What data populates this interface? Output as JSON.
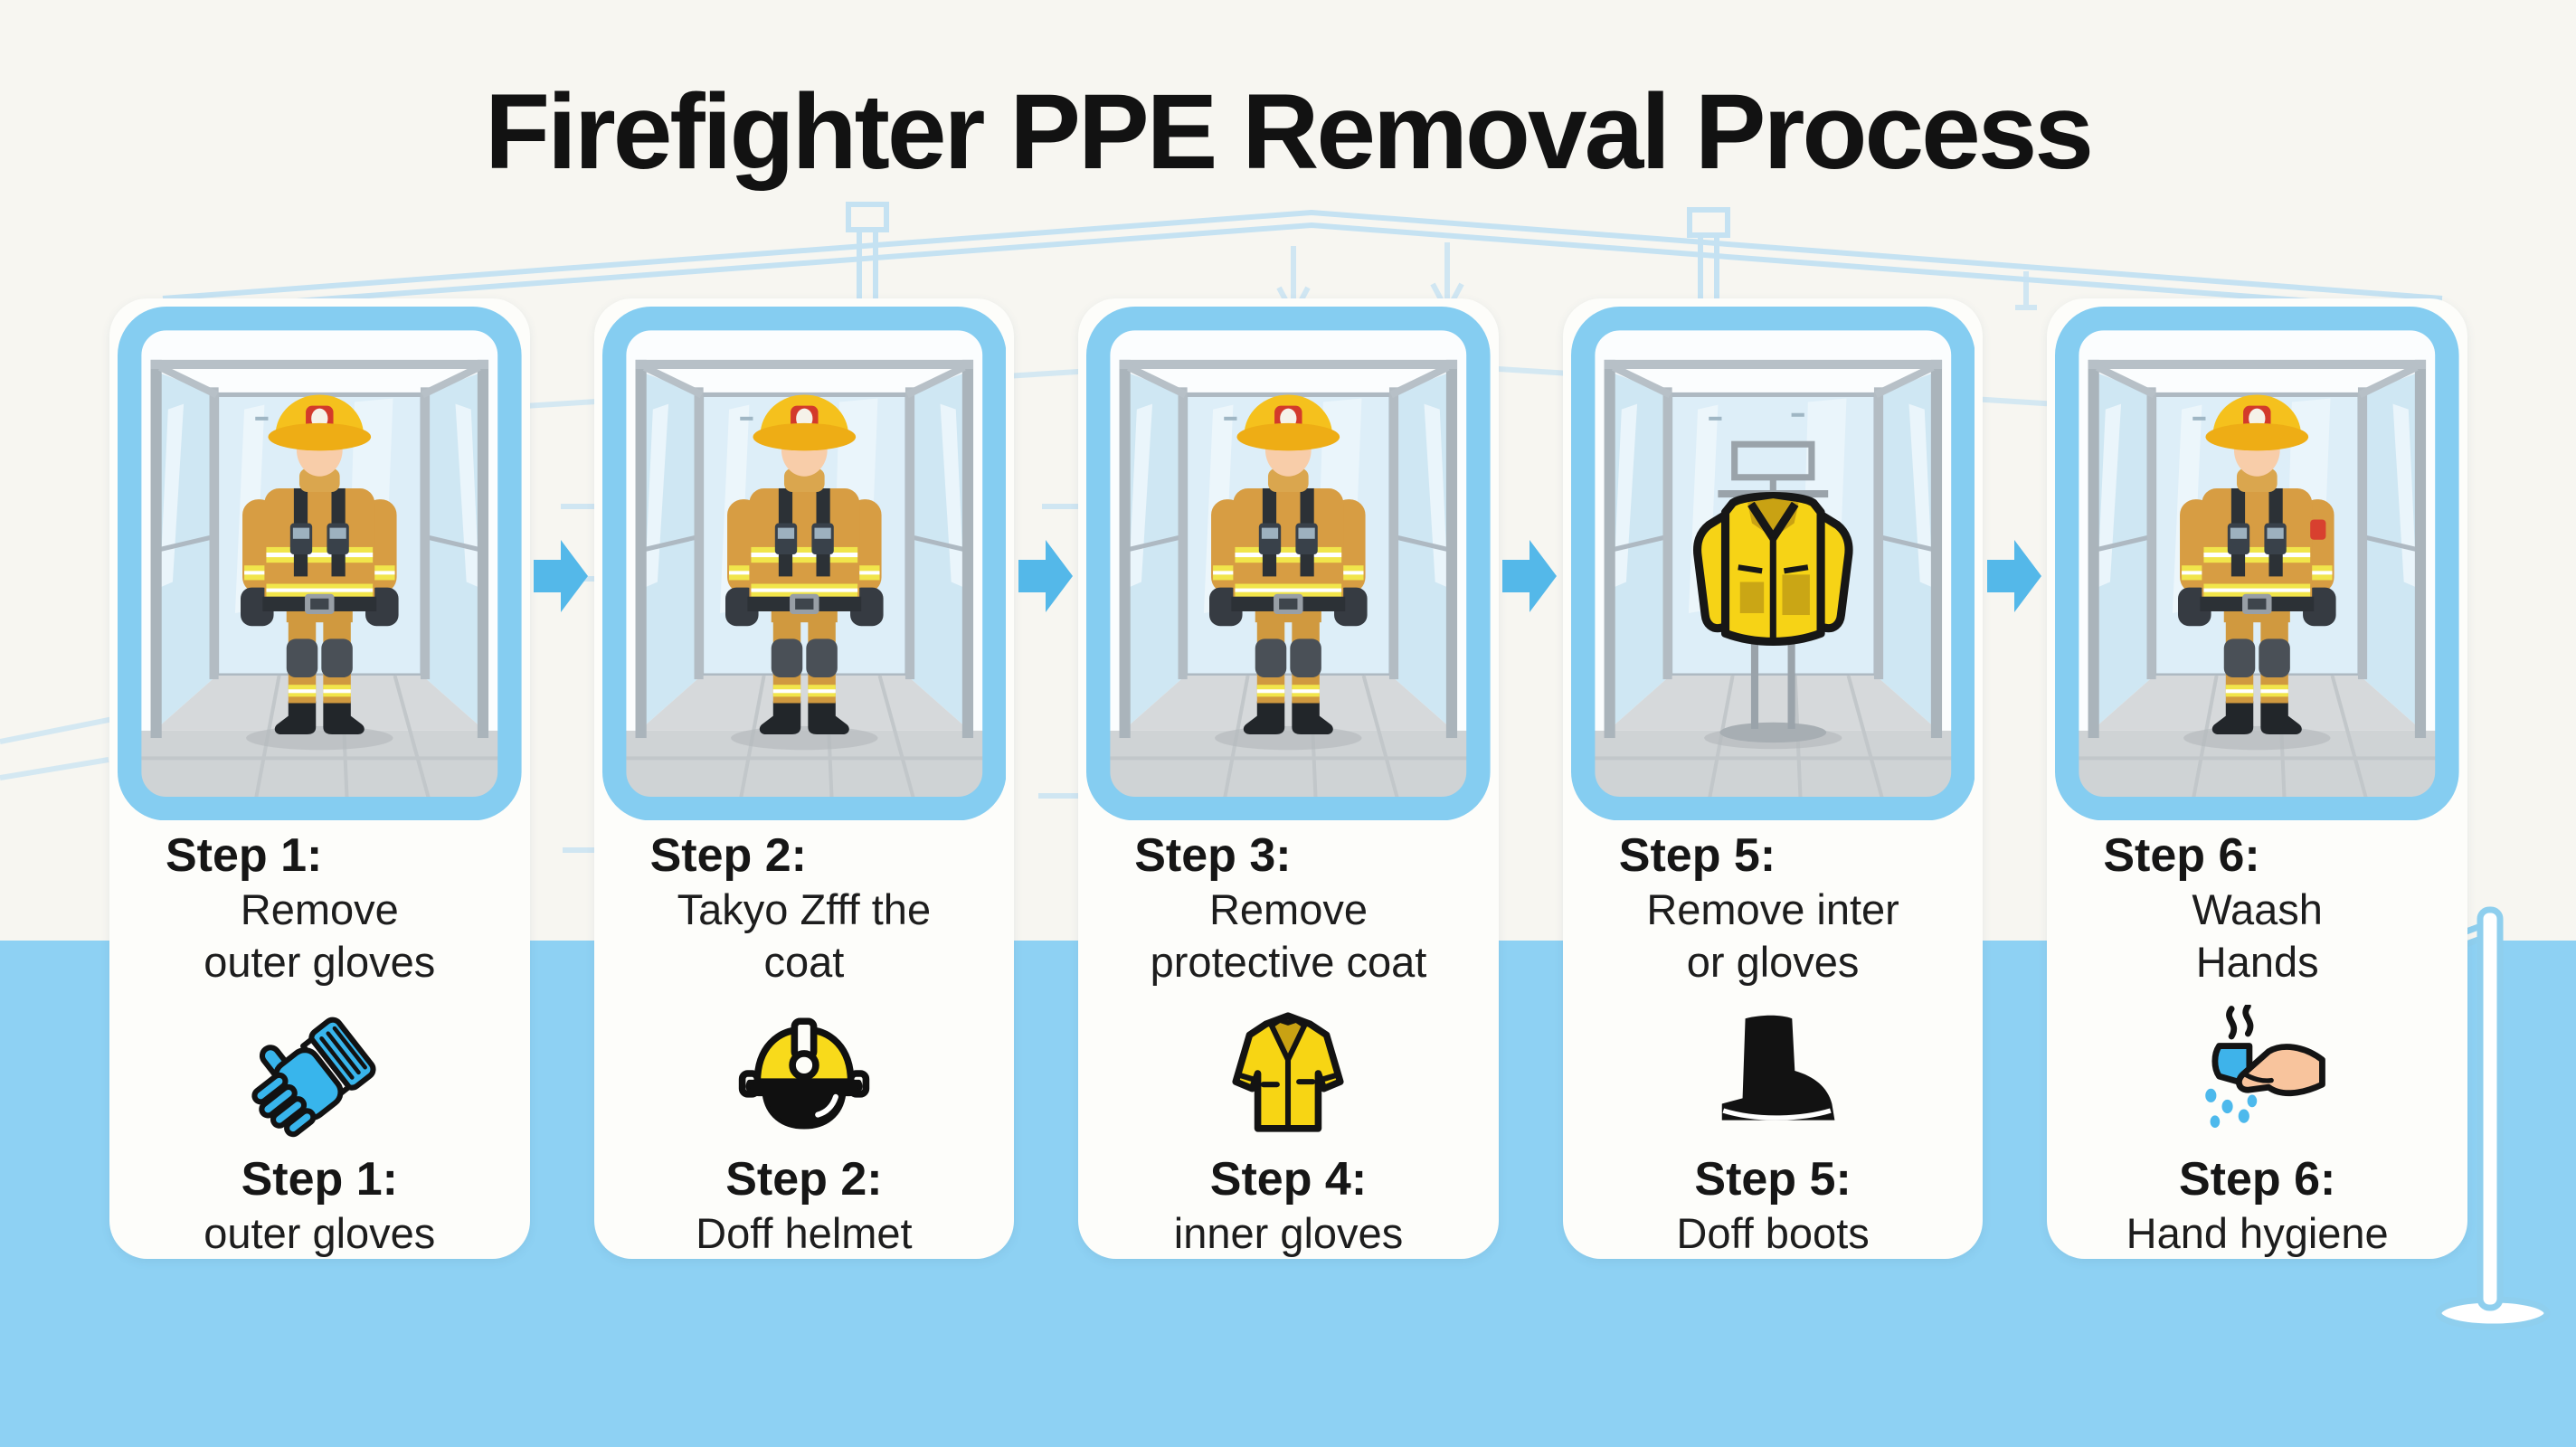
{
  "title": "Firefighter PPE Removal Process",
  "colors": {
    "background": "#f7f6f1",
    "bottom_band": "#8ed1f3",
    "card": "#fdfdfa",
    "booth_frame": "#85cdf1",
    "arrow": "#54b8e9",
    "glove_blue": "#38b5ec",
    "helmet_yellow": "#f8da1b",
    "coat_yellow": "#f7d514",
    "text": "#161616"
  },
  "icons": {
    "flow": "arrow-right-icon",
    "panel_icons": [
      "glove-icon",
      "helmet-icon",
      "coat-icon",
      "boot-icon",
      "handwash-icon"
    ]
  },
  "panels": [
    {
      "booth": "firefighter-in-decon-booth",
      "top_step": "Step 1:",
      "top_line1": "Remove",
      "top_line2": "outer gloves",
      "icon": "glove-icon",
      "bottom_step": "Step 1:",
      "bottom_desc": "outer gloves"
    },
    {
      "booth": "firefighter-in-decon-booth",
      "top_step": "Step 2:",
      "top_line1": "Takyo Zfff the",
      "top_line2": "coat",
      "icon": "helmet-icon",
      "bottom_step": "Step 2:",
      "bottom_desc": "Doff helmet"
    },
    {
      "booth": "firefighter-in-decon-booth",
      "top_step": "Step 3:",
      "top_line1": "Remove",
      "top_line2": "protective coat",
      "icon": "coat-icon",
      "bottom_step": "Step 4:",
      "bottom_desc": "inner gloves"
    },
    {
      "booth": "coat-on-stand-in-decon-booth",
      "top_step": "Step 5:",
      "top_line1": "Remove inter",
      "top_line2": "or gloves",
      "icon": "boot-icon",
      "bottom_step": "Step 5:",
      "bottom_desc": "Doff boots"
    },
    {
      "booth": "firefighter-in-decon-booth",
      "top_step": "Step 6:",
      "top_line1": "Waash",
      "top_line2": "Hands",
      "icon": "handwash-icon",
      "bottom_step": "Step 6:",
      "bottom_desc": "Hand hygiene"
    }
  ]
}
